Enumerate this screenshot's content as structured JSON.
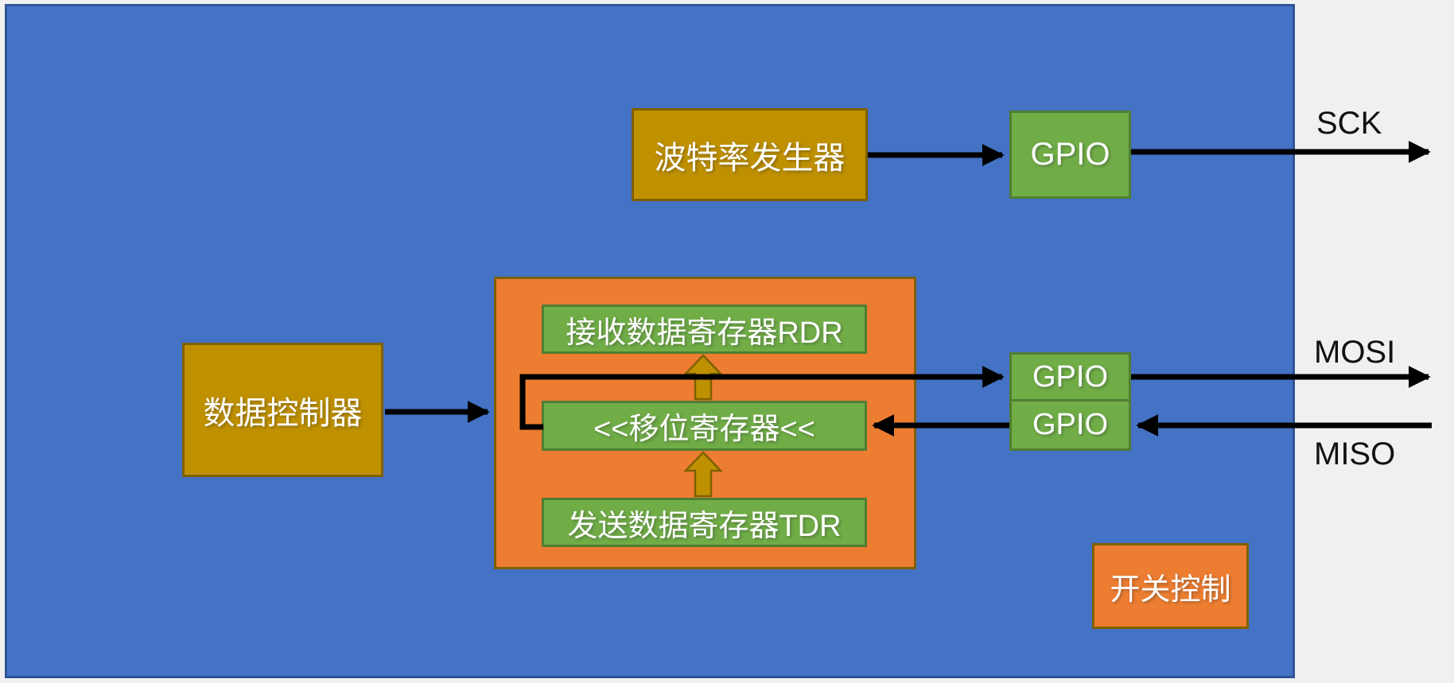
{
  "diagram": {
    "type": "SPI peripheral block diagram",
    "blocks": {
      "baud_generator": {
        "label": "波特率发生器"
      },
      "gpio_sck": {
        "label": "GPIO"
      },
      "data_controller": {
        "label": "数据控制器"
      },
      "rdr": {
        "label": "接收数据寄存器RDR"
      },
      "shift_register": {
        "label": "<<移位寄存器<<"
      },
      "tdr": {
        "label": "发送数据寄存器TDR"
      },
      "gpio_mosi": {
        "label": "GPIO"
      },
      "gpio_miso": {
        "label": "GPIO"
      },
      "switch_control": {
        "label": "开关控制"
      }
    },
    "signals": {
      "sck": {
        "label": "SCK"
      },
      "mosi": {
        "label": "MOSI"
      },
      "miso": {
        "label": "MISO"
      }
    }
  },
  "colors": {
    "bg": "#f0f0f0",
    "blue_fill": "#4472c4",
    "blue_border": "#2f5496",
    "gold_fill": "#bf9000",
    "gold_border": "#7f6000",
    "green_fill": "#70ad47",
    "green_border": "#507e32",
    "orange_fill": "#ed7d31",
    "orange_border": "#7f6000",
    "line_color": "#000000",
    "label_color": "#111111",
    "box_text": "#ffffff"
  }
}
